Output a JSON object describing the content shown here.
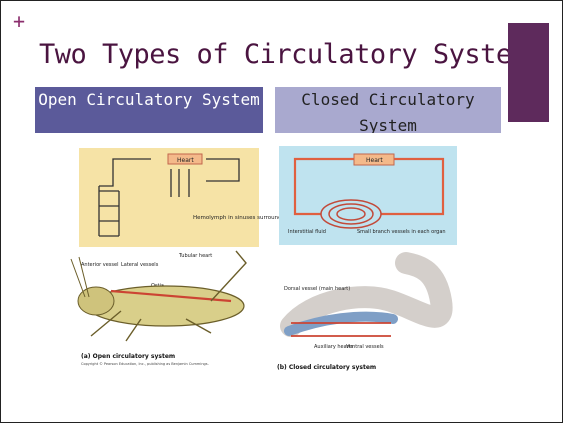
{
  "slide": {
    "plus": "+",
    "title": "Two Types of Circulatory Systems"
  },
  "columns": {
    "open": {
      "header": "Open Circulatory System"
    },
    "closed": {
      "header": "Closed Circulatory System"
    }
  },
  "figure": {
    "open": {
      "heart_label": "Heart",
      "hemolymph_label": "Hemolymph in sinuses surrounding organs",
      "labels": [
        "Anterior vessel",
        "Lateral vessels",
        "Ostia",
        "Tubular heart"
      ],
      "caption": "(a) Open circulatory system",
      "copyright": "Copyright © Pearson Education, Inc., publishing as Benjamin Cummings."
    },
    "closed": {
      "heart_label": "Heart",
      "interstitial_label": "Interstitial fluid",
      "small_branch_label": "Small branch vessels in each organ",
      "labels": [
        "Dorsal vessel (main heart)",
        "Auxiliary hearts",
        "Ventral vessels"
      ],
      "caption": "(b) Closed circulatory system"
    }
  },
  "colors": {
    "title": "#4a1440",
    "accent": "#5e2a5c",
    "open_header": "#5b5a9a",
    "closed_header": "#a9a9cf"
  }
}
